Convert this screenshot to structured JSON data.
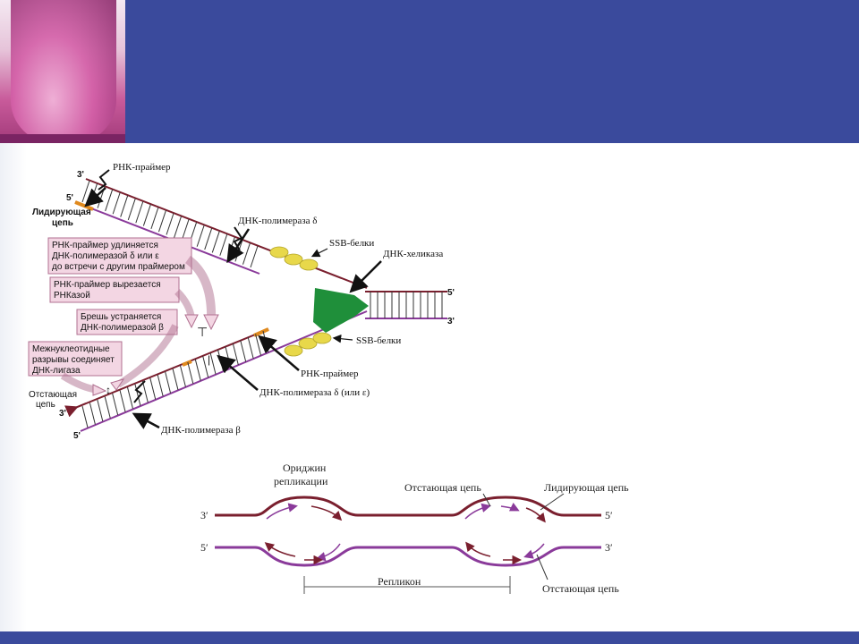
{
  "diagram_top": {
    "leading_strand_end_3": "3'",
    "leading_strand_end_5": "5'",
    "leading_strand_label": "Лидирующая\nцепь",
    "lagging_strand_label": "Отстающая\nцепь",
    "lagging_end_3": "3'",
    "lagging_end_5": "5'",
    "fork_end_5": "5'",
    "fork_end_3": "3'",
    "rna_primer_top": "РНК-праймер",
    "dna_pol_delta": "ДНК-полимераза δ",
    "ssb_top": "SSB-белки",
    "helicase": "ДНК-хеликаза",
    "ssb_bottom": "SSB-белки",
    "rna_primer_bottom": "РНК-праймер",
    "dna_pol_delta_eps": "ДНК-полимераза δ (или ε)",
    "dna_pol_beta": "ДНК-полимераза β",
    "box1": "РНК-праймер удлиняется\nДНК-полимеразой δ или ε\nдо встречи с другим праймером",
    "box2": "РНК-праймер вырезается\nРНКазой",
    "box3": "Брешь устраняется\nДНК-полимеразой β",
    "box4": "Межнуклеотидные\nразрывы соединяет\nДНК-лигаза"
  },
  "diagram_bottom": {
    "origin": "Ориджин\nрепликации",
    "lagging_top": "Отстающая цепь",
    "leading_top": "Лидирующая цепь",
    "lagging_bottom": "Отстающая цепь",
    "replicon": "Репликон",
    "left_top_end": "3′",
    "left_bottom_end": "5′",
    "right_top_end": "5′",
    "right_bottom_end": "3′"
  },
  "colors": {
    "header": "#3a4a9c",
    "strand_dark": "#7a1f2e",
    "strand_purple": "#8a3a9a",
    "helicase": "#1f8f3a",
    "ssb": "#e8d84a",
    "primer": "#e08a1e",
    "box_fill": "#f3d6e3",
    "box_stroke": "#b07090"
  }
}
